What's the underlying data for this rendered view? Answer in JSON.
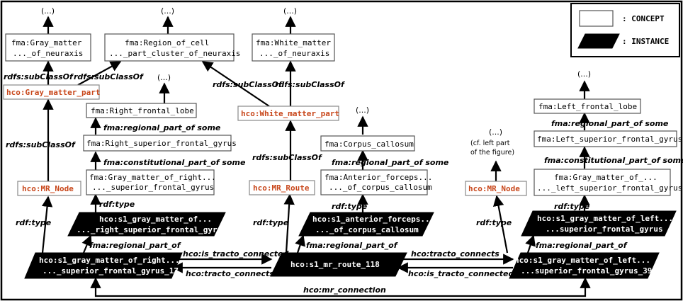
{
  "concepts": {
    "gray_matter_l1": "fma:Gray_matter",
    "gray_matter_l2": "..._of_neuraxis",
    "region_cell_l1": "fma:Region_of_cell",
    "region_cell_l2": "..._part_cluster_of_neuraxis",
    "white_matter_l1": "fma:White_matter",
    "white_matter_l2": "..._of_neuraxis",
    "right_frontal_lobe": "fma:Right_frontal_lobe",
    "right_sup_frontal": "fma:Right_superior_frontal_gyrus",
    "gm_right_l1": "fma:Gray_matter_of_right...",
    "gm_right_l2": "..._superior_frontal_gyrus",
    "corpus_callosum": "fma:Corpus_callosum",
    "ant_forceps_l1": "fma:Anterior_forceps...",
    "ant_forceps_l2": "..._of_corpus_callosum",
    "left_frontal_lobe": "fma:Left_frontal_lobe",
    "left_sup_frontal": "fma:Left_superior_frontal_gyrus",
    "gm_left_l1": "fma:Gray_matter_of_...",
    "gm_left_l2": "..._left_superior_frontal_gyrus"
  },
  "hco": {
    "gray_matter_part": "hco:Gray_matter_part",
    "white_matter_part": "hco:White_matter_part",
    "mr_node_1": "hco:MR_Node",
    "mr_route": "hco:MR_Route",
    "mr_node_2": "hco:MR_Node"
  },
  "instances": {
    "s1_gm_right_l1": "hco:s1_gray_matter_of...",
    "s1_gm_right_l2": "..._right_superior_frontal_gyrus",
    "s1_ant_forceps_l1": "hco:s1_anterior_forceps...",
    "s1_ant_forceps_l2": "..._of_corpus_callosum",
    "s1_gm_left_l1": "hco:s1_gray_matter_of_left...",
    "s1_gm_left_l2": "...superior_frontal_gyrus",
    "s1_gm_right_17_l1": "hco:s1_gray_matter_of_right...",
    "s1_gm_right_17_l2": "..._superior_frontal_gyrus_17",
    "s1_mr_route_118": "hco:s1_mr_route_118",
    "s1_gm_left_39_l1": "hco:s1_gray_matter_of_left...",
    "s1_gm_left_39_l2": "...superior_frontal_gyrus_39"
  },
  "relations": {
    "subclass_a": "rdfs:subClassOf",
    "subclass_b": "rdfs:subClassOf",
    "subclass_c": "rdfs:subClassOf",
    "subclass_d": "rdfs:subClassOf",
    "subclass_e": "rdfs:subClassOf",
    "subclass_f": "rdfs:subClassOf",
    "regional_some_1": "fma:regional_part_of some",
    "constitutional_some_1": "fma:constitutional_part_of some",
    "regional_some_2": "fma:regional_part_of some",
    "regional_some_3": "fma:regional_part_of some",
    "constitutional_some_3": "fma:constitutional_part_of some",
    "rdf_type_1": "rdf:type",
    "rdf_type_2": "rdf:type",
    "rdf_type_3": "rdf:type",
    "rdf_type_4": "rdf:type",
    "rdf_type_5": "rdf:type",
    "rdf_type_6": "rdf:type",
    "regional_1": "fma:regional_part_of",
    "regional_2": "fma:regional_part_of",
    "regional_3": "fma:regional_part_of",
    "is_tracto_1": "hco:is_tracto_connected",
    "tracto_1": "hco:tracto_connects",
    "tracto_2": "hco:tracto_connects",
    "is_tracto_2": "hco:is_tracto_connected",
    "mr_connection": "hco:mr_connection"
  },
  "ellipses": {
    "e1": "(...)",
    "e2": "(...)",
    "e3": "(...)",
    "e4": "(...)",
    "e5": "(...)",
    "e6": "(...)",
    "e7": "(...)"
  },
  "note": {
    "line1": "(cf. left part",
    "line2": "of the figure)"
  },
  "legend": {
    "concept": ": CONCEPT",
    "instance": ": INSTANCE"
  }
}
